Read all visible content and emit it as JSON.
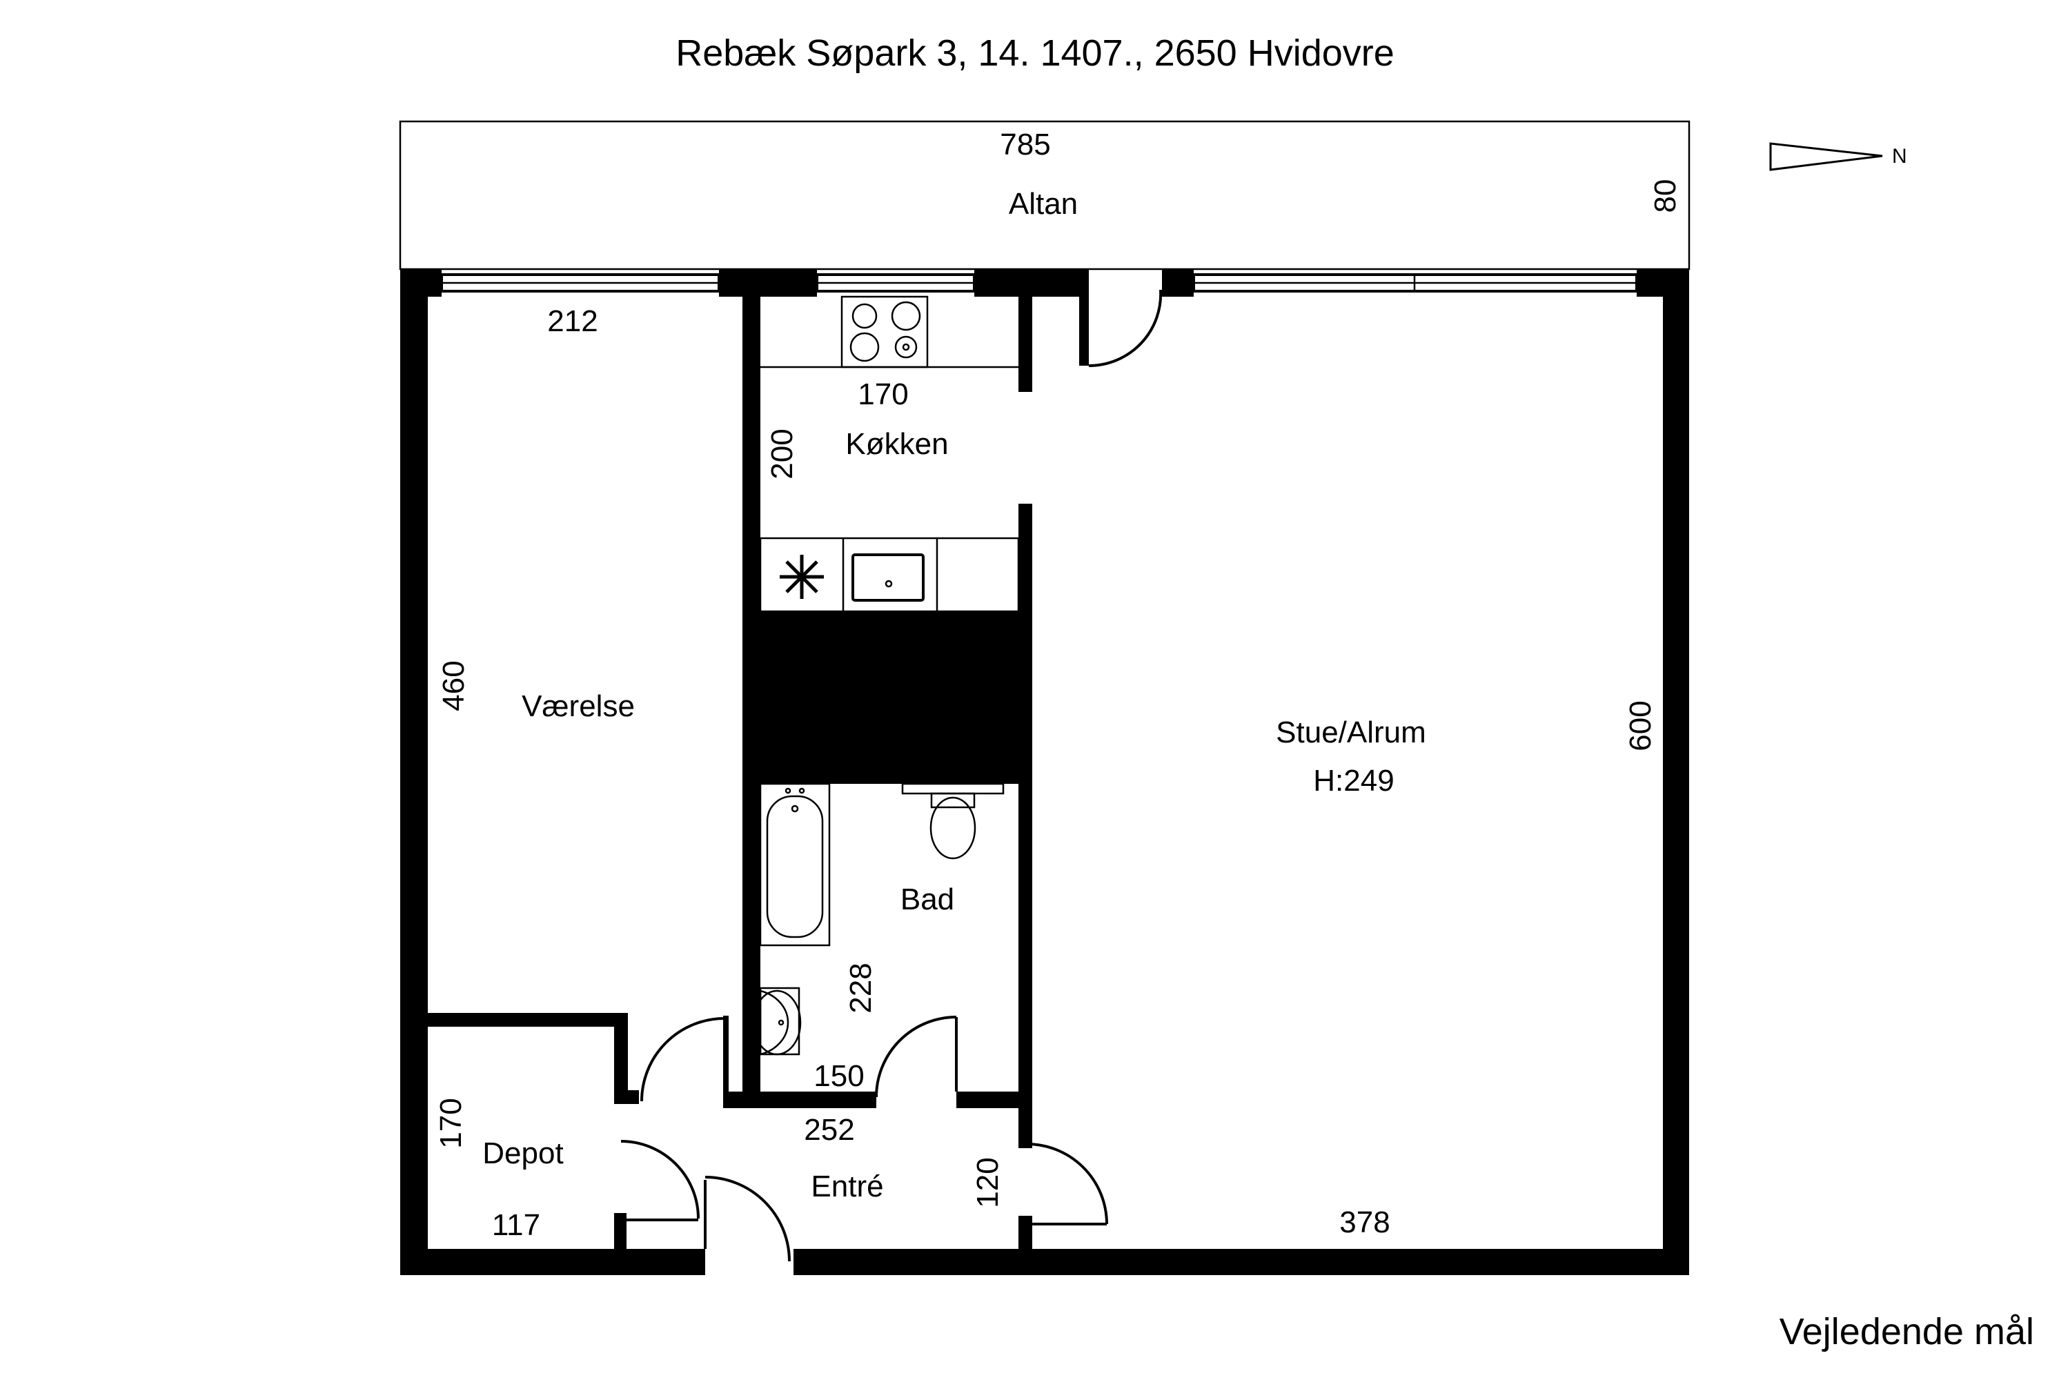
{
  "title": "Rebæk Søpark 3, 14. 1407., 2650 Hvidovre",
  "footer": "Vejledende mål",
  "compass": {
    "label": "N",
    "icon": "north-arrow-icon"
  },
  "rooms": {
    "altan": {
      "name": "Altan",
      "width": "785",
      "depth": "80"
    },
    "vaerelse": {
      "name": "Værelse",
      "width": "212",
      "length": "460"
    },
    "kokken": {
      "name": "Køkken",
      "width": "170",
      "length": "200"
    },
    "bad": {
      "name": "Bad",
      "width": "150",
      "length": "228"
    },
    "stue": {
      "name": "Stue/Alrum",
      "height": "H:249",
      "width": "378",
      "length": "600"
    },
    "depot": {
      "name": "Depot",
      "width": "117",
      "length": "170"
    },
    "entre": {
      "name": "Entré",
      "width": "252",
      "length": "120"
    }
  },
  "fixtures": [
    "stove-icon",
    "sink-icon",
    "fan-icon",
    "bathtub-icon",
    "toilet-icon",
    "washbasin-icon",
    "door-swing-icon",
    "window-icon"
  ]
}
